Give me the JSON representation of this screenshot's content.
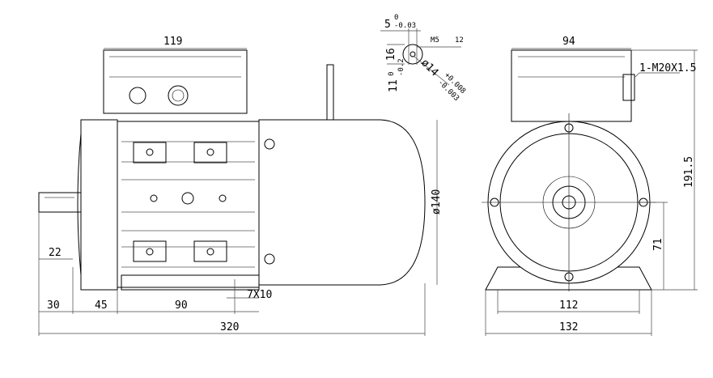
{
  "title": "Motor dimension drawing",
  "side_view": {
    "box_width": "119",
    "shaft_key_length": "22",
    "shaft_length": "30",
    "foot_offset": "45",
    "foot_spacing": "90",
    "total_length": "320",
    "foot_hole": "7X10",
    "flange_diameter": "ø140"
  },
  "shaft_detail": {
    "key_width": "5",
    "key_width_tol_upper": "0",
    "key_width_tol_lower": "-0.03",
    "thread": "M5",
    "thread_depth": "12",
    "shaft_height": "16",
    "key_depth": "11",
    "key_depth_tol_upper": "0",
    "key_depth_tol_lower": "-0.2",
    "shaft_diameter": "ø14",
    "shaft_tol_upper": "+0.008",
    "shaft_tol_lower": "-0.003"
  },
  "front_view": {
    "box_width": "94",
    "cable_gland": "1-M20X1.5",
    "total_height": "191.5",
    "shaft_height": "71",
    "foot_hole_spacing": "112",
    "foot_width": "132"
  }
}
